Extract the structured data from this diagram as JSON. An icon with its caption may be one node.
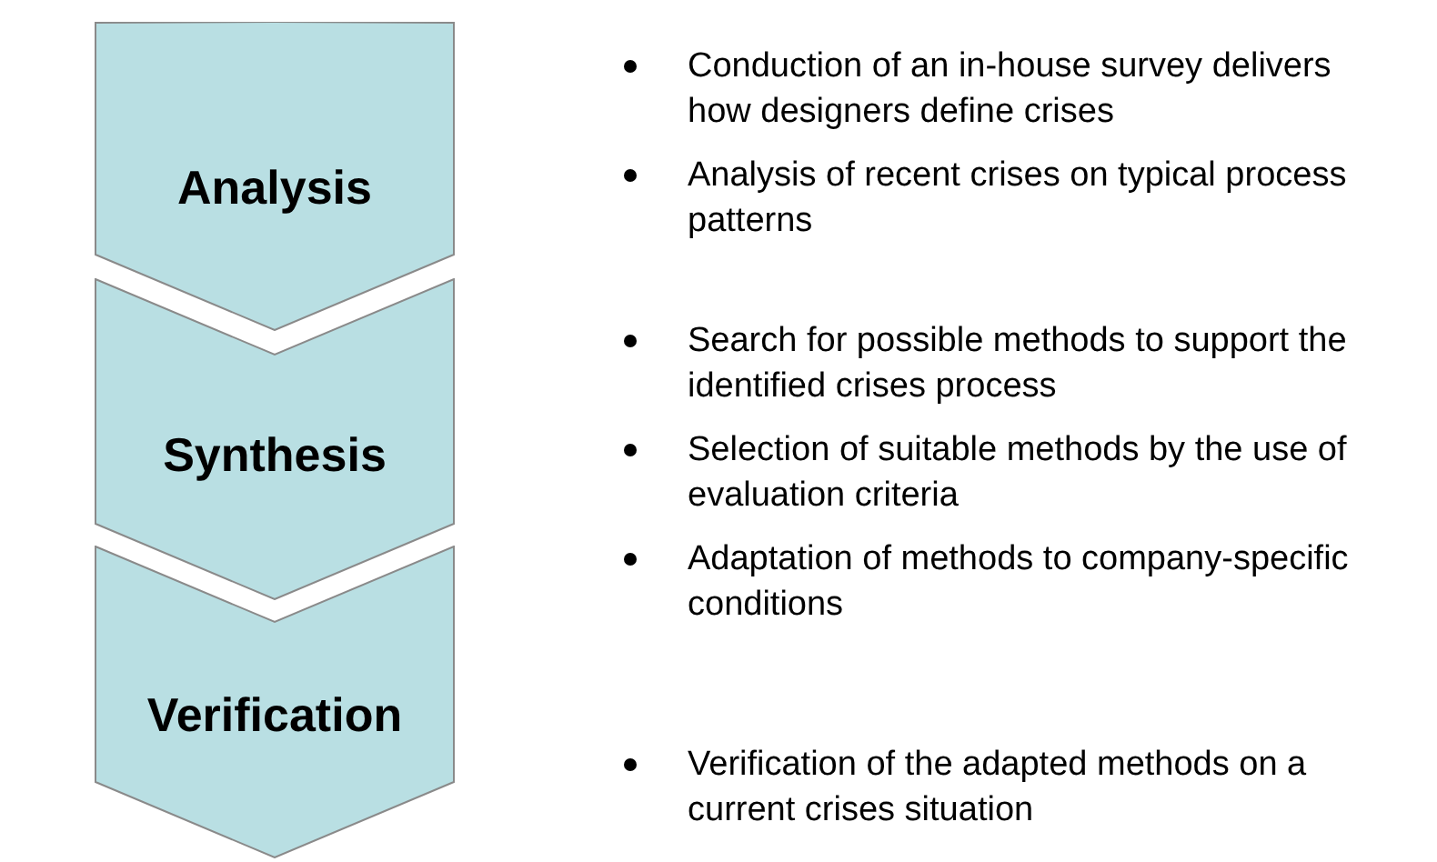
{
  "diagram": {
    "nodes": [
      {
        "text": [
          "Analysis"
        ]
      },
      {
        "text": [
          "Synthesis"
        ]
      },
      {
        "text": [
          "Verification"
        ]
      }
    ],
    "labels": [
      "Conduction of an in-house survey delivers how designers define crises",
      "Analysis of recent crises on typical process patterns",
      "Search for possible methods to support the identified crises process",
      "Selection of suitable methods by the use of evaluation criteria",
      "Adaptation of methods to company-specific conditions",
      "Verification of the adapted methods on a current crises situation"
    ]
  }
}
